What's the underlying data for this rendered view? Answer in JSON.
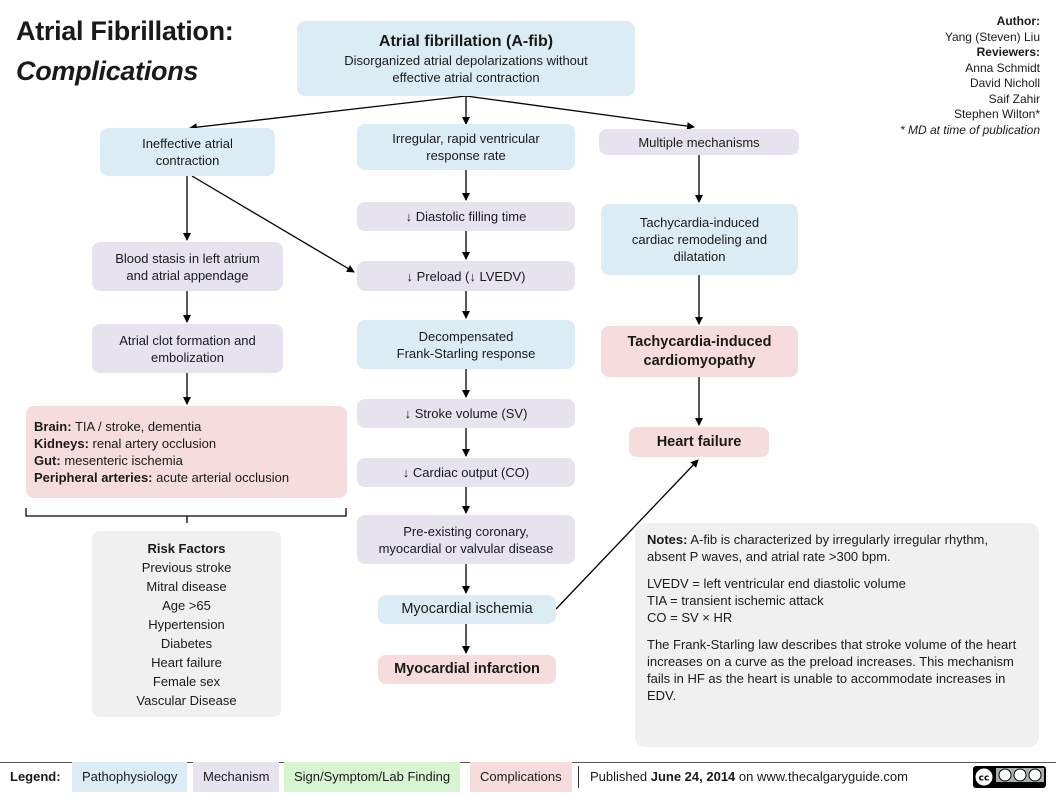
{
  "title": {
    "line1": "Atrial Fibrillation:",
    "line2": "Complications"
  },
  "credits": {
    "author_label": "Author:",
    "author": "Yang (Steven) Liu",
    "reviewers_label": "Reviewers:",
    "reviewers": [
      "Anna Schmidt",
      "David Nicholl",
      "Saif Zahir",
      "Stephen Wilton*"
    ],
    "footnote": "* MD at time of publication"
  },
  "top": {
    "title": "Atrial fibrillation (A-fib)",
    "line1": "Disorganized atrial depolarizations without",
    "line2": "effective atrial contraction"
  },
  "left": {
    "ineffective": [
      "Ineffective atrial",
      "contraction"
    ],
    "stasis": [
      "Blood stasis in left atrium",
      "and atrial appendage"
    ],
    "clot": [
      "Atrial clot formation and",
      "embolization"
    ],
    "outcomes": [
      {
        "label": "Brain:",
        "text": " TIA / stroke, dementia"
      },
      {
        "label": "Kidneys:",
        "text": " renal artery occlusion"
      },
      {
        "label": "Gut:",
        "text": " mesenteric ischemia"
      },
      {
        "label": "Peripheral arteries:",
        "text": " acute arterial occlusion"
      }
    ]
  },
  "risk": {
    "title": "Risk Factors",
    "items": [
      "Previous stroke",
      "Mitral disease",
      "Age >65",
      "Hypertension",
      "Diabetes",
      "Heart failure",
      "Female sex",
      "Vascular Disease"
    ]
  },
  "middle": {
    "irregular": [
      "Irregular, rapid ventricular",
      "response rate"
    ],
    "diastolic": "↓ Diastolic filling time",
    "preload": "↓ Preload (↓ LVEDV)",
    "decomp": [
      "Decompensated",
      "Frank-Starling response"
    ],
    "sv": "↓ Stroke volume (SV)",
    "co": "↓ Cardiac output (CO)",
    "preexisting": [
      "Pre-existing coronary,",
      "myocardial or valvular disease"
    ],
    "ischemia": "Myocardial ischemia",
    "infarction": "Myocardial infarction"
  },
  "right": {
    "multiple": "Multiple mechanisms",
    "tachy_remodel": [
      "Tachycardia-induced",
      "cardiac remodeling and",
      "dilatation"
    ],
    "tachy_cardio": [
      "Tachycardia-induced",
      "cardiomyopathy"
    ],
    "hf": "Heart failure"
  },
  "notes": {
    "label": "Notes:",
    "p1": "  A-fib is characterized by  irregularly irregular rhythm, absent P waves, and atrial rate >300 bpm.",
    "abbrev": [
      "LVEDV = left ventricular end diastolic volume",
      "TIA = transient ischemic attack",
      "CO = SV × HR"
    ],
    "p3": "The Frank-Starling law describes that stroke volume of the heart increases on a curve as the preload increases. This mechanism fails in HF as the heart is unable to accommodate increases in EDV."
  },
  "legend": {
    "label": "Legend:",
    "items": [
      "Pathophysiology",
      "Mechanism",
      "Sign/Symptom/Lab Finding",
      "Complications"
    ],
    "colors": [
      "#dcecf5",
      "#e6e3ee",
      "#d6f5d0",
      "#f6dcdc"
    ],
    "published_prefix": "Published ",
    "published_date": "June 24, 2014",
    "published_suffix": " on www.thecalgaryguide.com",
    "license": "cc BY NC SA"
  }
}
